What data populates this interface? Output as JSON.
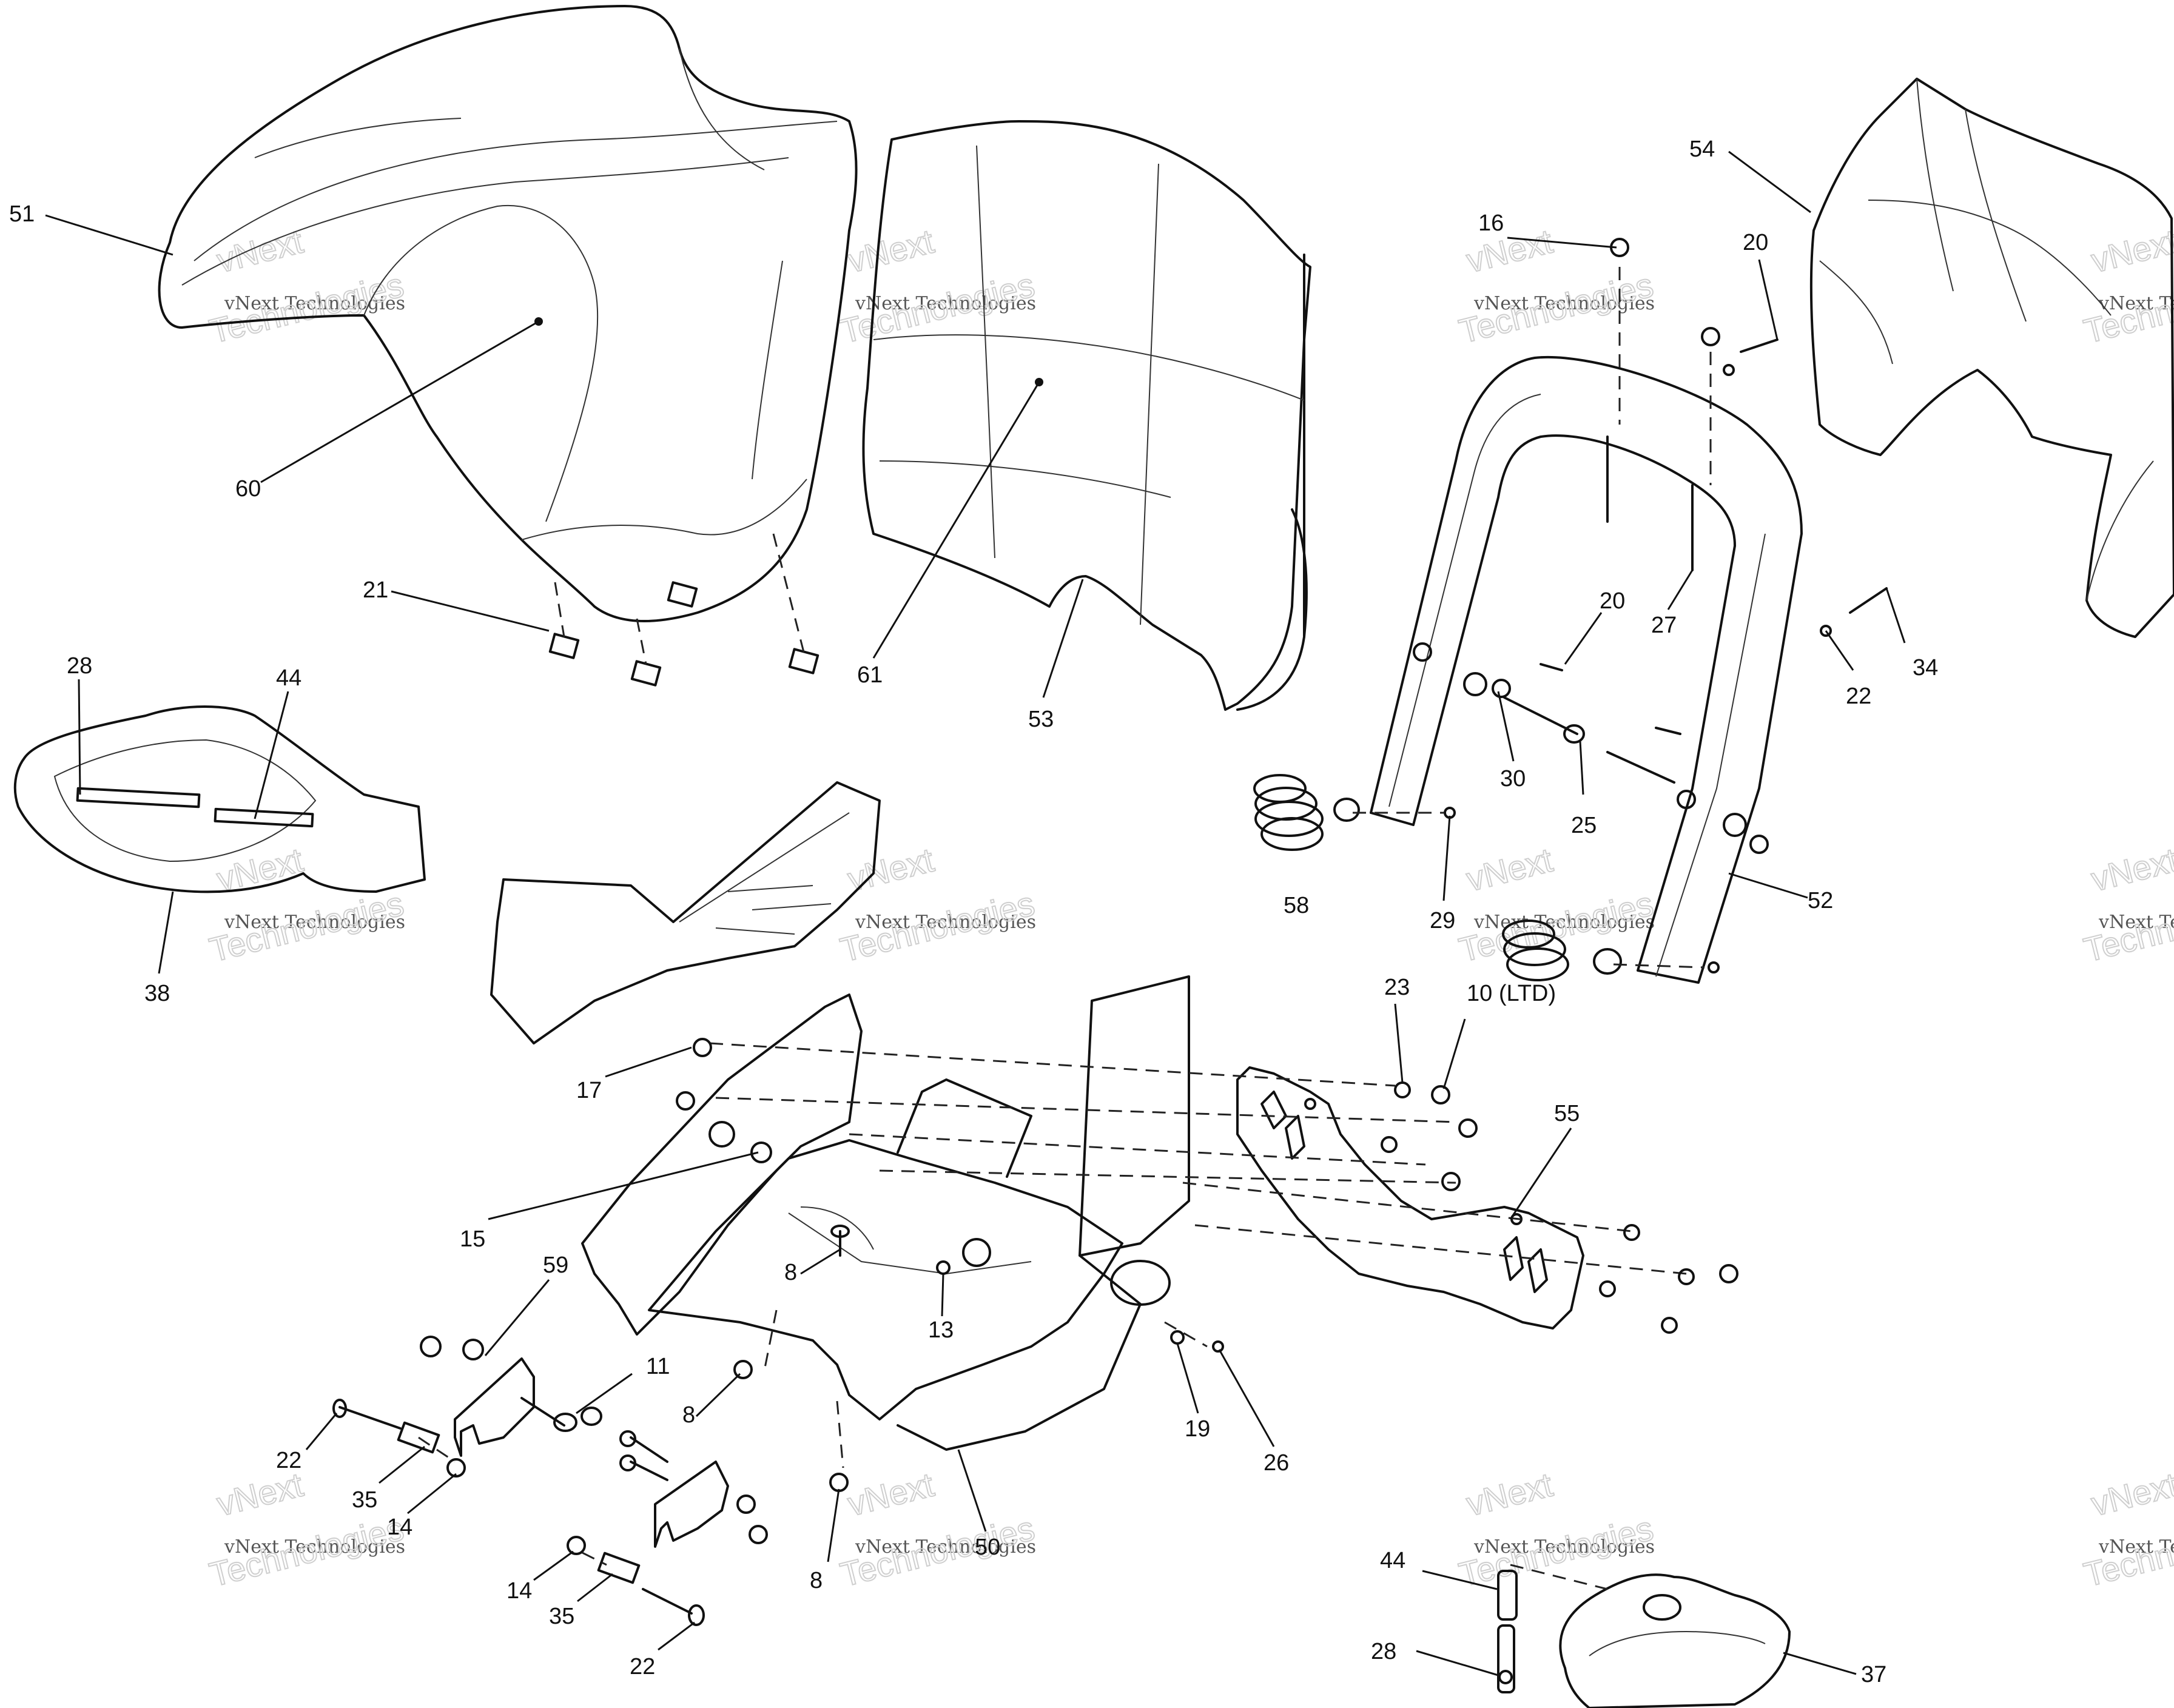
{
  "watermark": {
    "line1": "vNext",
    "line2": "vNext Technologies",
    "line3": "Technologies"
  },
  "callouts": [
    {
      "key": "c51",
      "label": "51"
    },
    {
      "key": "c60",
      "label": "60"
    },
    {
      "key": "c21",
      "label": "21"
    },
    {
      "key": "c61",
      "label": "61"
    },
    {
      "key": "c53",
      "label": "53"
    },
    {
      "key": "c54",
      "label": "54"
    },
    {
      "key": "c16",
      "label": "16"
    },
    {
      "key": "c20a",
      "label": "20"
    },
    {
      "key": "c20b",
      "label": "20"
    },
    {
      "key": "c27",
      "label": "27"
    },
    {
      "key": "c22a",
      "label": "22"
    },
    {
      "key": "c34",
      "label": "34"
    },
    {
      "key": "c30",
      "label": "30"
    },
    {
      "key": "c25",
      "label": "25"
    },
    {
      "key": "c58",
      "label": "58"
    },
    {
      "key": "c29",
      "label": "29"
    },
    {
      "key": "c52",
      "label": "52"
    },
    {
      "key": "c28a",
      "label": "28"
    },
    {
      "key": "c44a",
      "label": "44"
    },
    {
      "key": "c38",
      "label": "38"
    },
    {
      "key": "c23",
      "label": "23"
    },
    {
      "key": "c10",
      "label": "10 (LTD)"
    },
    {
      "key": "c17",
      "label": "17"
    },
    {
      "key": "c55",
      "label": "55"
    },
    {
      "key": "c15",
      "label": "15"
    },
    {
      "key": "c59",
      "label": "59"
    },
    {
      "key": "c8a",
      "label": "8"
    },
    {
      "key": "c13",
      "label": "13"
    },
    {
      "key": "c11",
      "label": "11"
    },
    {
      "key": "c8b",
      "label": "8"
    },
    {
      "key": "c19",
      "label": "19"
    },
    {
      "key": "c26",
      "label": "26"
    },
    {
      "key": "c22b",
      "label": "22"
    },
    {
      "key": "c35a",
      "label": "35"
    },
    {
      "key": "c14a",
      "label": "14"
    },
    {
      "key": "c50",
      "label": "50"
    },
    {
      "key": "c14b",
      "label": "14"
    },
    {
      "key": "c35b",
      "label": "35"
    },
    {
      "key": "c8c",
      "label": "8"
    },
    {
      "key": "c22c",
      "label": "22"
    },
    {
      "key": "c44b",
      "label": "44"
    },
    {
      "key": "c28b",
      "label": "28"
    },
    {
      "key": "c37",
      "label": "37"
    }
  ]
}
